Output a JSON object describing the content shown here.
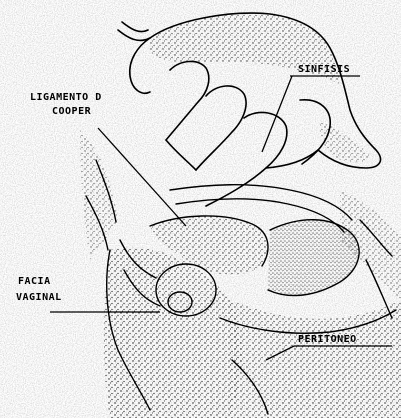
{
  "labels": {
    "ligamento_line1": "LIGAMENTO D",
    "ligamento_line2": "COOPER",
    "sinfisis": "SINFISIS",
    "facia_line1": "FACIA",
    "facia_line2": "VAGINAL",
    "peritoneo": "PERITONEO"
  },
  "colors": {
    "ink": "#000000",
    "paper": "#ffffff"
  }
}
